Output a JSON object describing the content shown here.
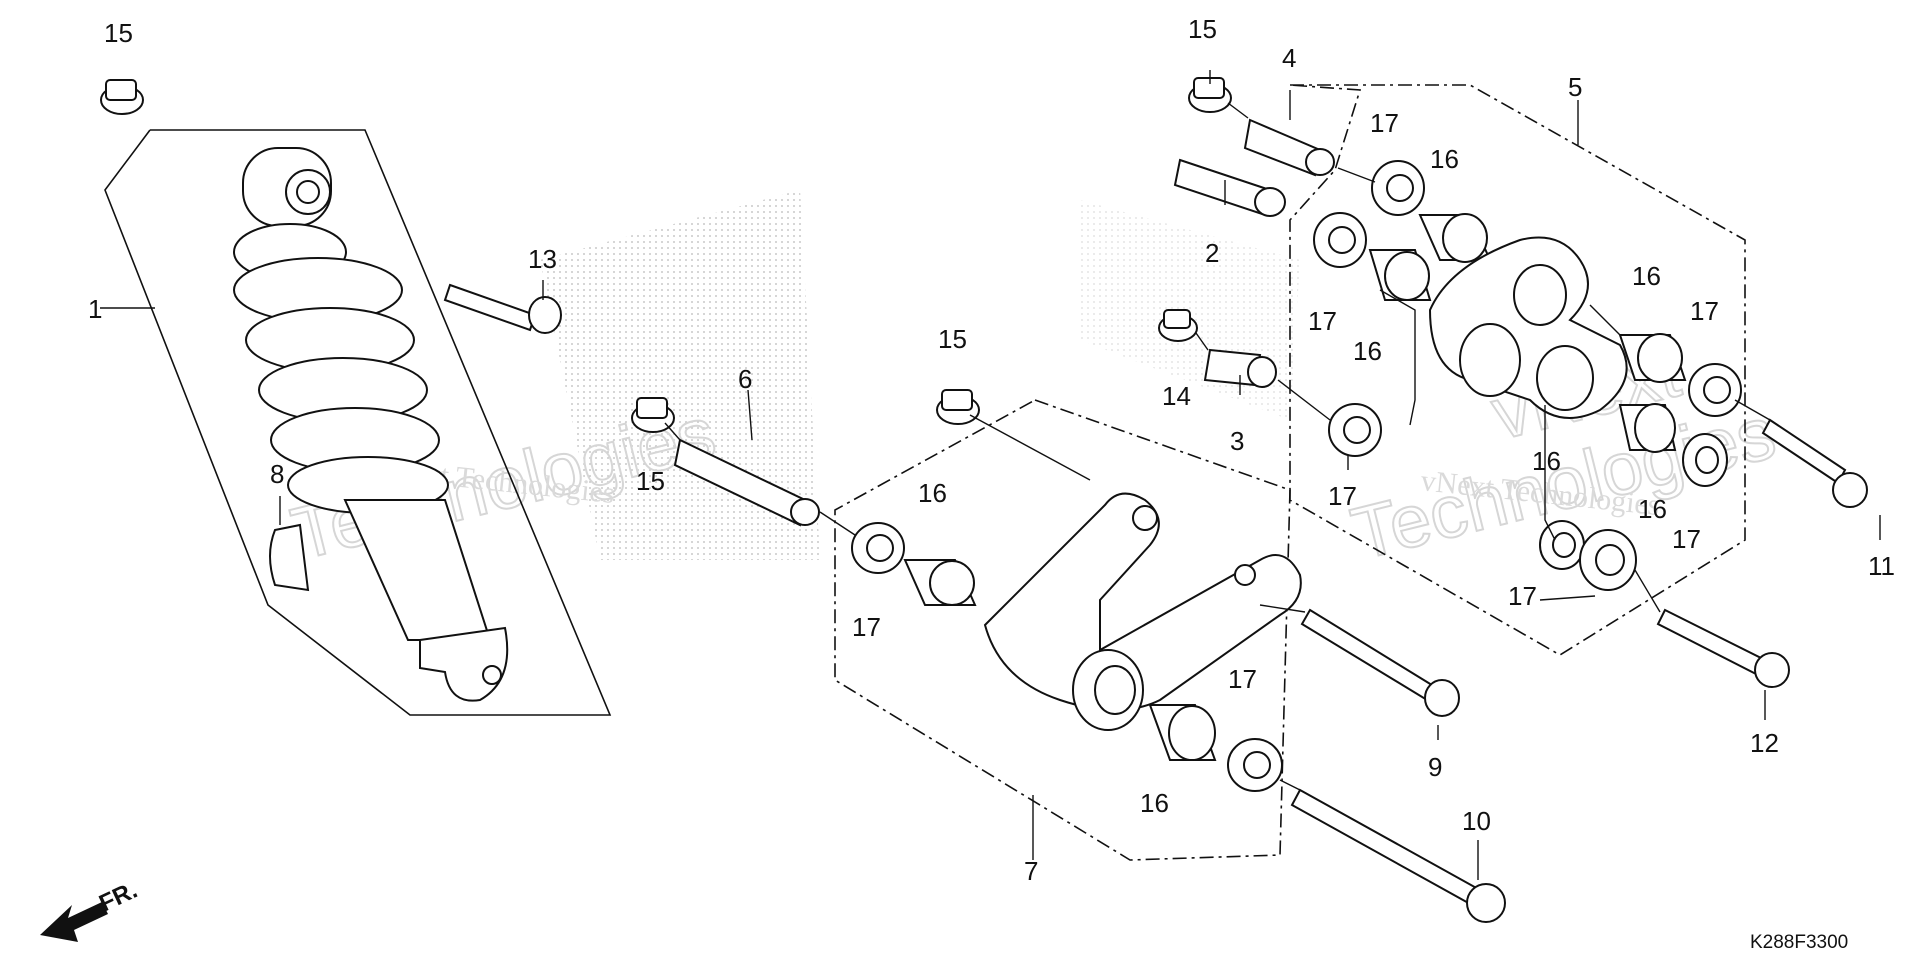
{
  "diagram": {
    "callouts": [
      "1",
      "2",
      "3",
      "4",
      "5",
      "6",
      "7",
      "8",
      "9",
      "10",
      "11",
      "12",
      "13",
      "14",
      "15",
      "16",
      "17"
    ],
    "direction_label": "FR.",
    "reference_code": "K288F3300"
  },
  "watermark": {
    "line1": "vNext Technologies",
    "line2": "vNext",
    "line3": "Technologies"
  },
  "colors": {
    "line": "#111111",
    "background": "#ffffff",
    "watermark": "#d6d6d6"
  }
}
